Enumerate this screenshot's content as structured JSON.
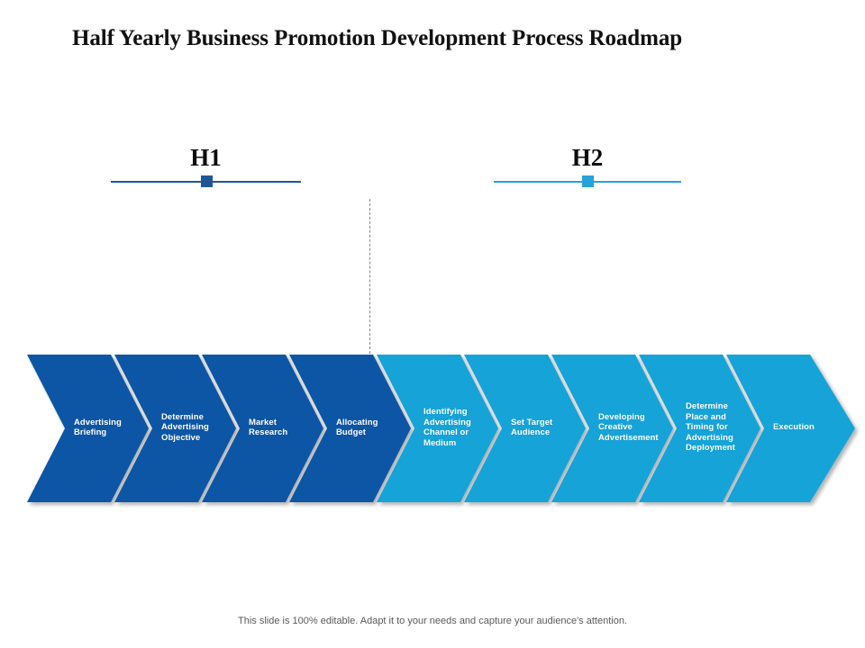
{
  "slide": {
    "title": "Half Yearly Business Promotion Development Process Roadmap",
    "footer_note": "This slide is 100% editable. Adapt it to your needs and capture your audience's attention."
  },
  "colors": {
    "phase1_accent": "#1F5796",
    "phase2_accent": "#25A3DB",
    "chevron_dark": "#0D56A6",
    "chevron_light": "#16A3D8",
    "chevron_gap": "#FFFFFF",
    "title_text": "#111111",
    "footer_text": "#58595B",
    "divider": "#8A8A8A"
  },
  "phases": [
    {
      "label": "H1",
      "accent": "#1F5796"
    },
    {
      "label": "H2",
      "accent": "#25A3DB"
    }
  ],
  "roadmap": {
    "steps": [
      {
        "index": 1,
        "label": "Advertising\nBriefing",
        "phase": "H1",
        "fill": "#0D56A6"
      },
      {
        "index": 2,
        "label": "Determine\nAdvertising\nObjective",
        "phase": "H1",
        "fill": "#0D56A6"
      },
      {
        "index": 3,
        "label": "Market\nResearch",
        "phase": "H1",
        "fill": "#0D56A6"
      },
      {
        "index": 4,
        "label": "Allocating\nBudget",
        "phase": "H1",
        "fill": "#0D56A6"
      },
      {
        "index": 5,
        "label": "Identifying\nAdvertising\nChannel or\nMedium",
        "phase": "H2",
        "fill": "#16A3D8"
      },
      {
        "index": 6,
        "label": "Set Target\nAudience",
        "phase": "H2",
        "fill": "#16A3D8"
      },
      {
        "index": 7,
        "label": "Developing\nCreative\nAdvertisement",
        "phase": "H2",
        "fill": "#16A3D8"
      },
      {
        "index": 8,
        "label": "Determine\nPlace and\nTiming for\nAdvertising\nDeployment",
        "phase": "H2",
        "fill": "#16A3D8"
      },
      {
        "index": 9,
        "label": "Execution",
        "phase": "H2",
        "fill": "#16A3D8"
      }
    ]
  }
}
